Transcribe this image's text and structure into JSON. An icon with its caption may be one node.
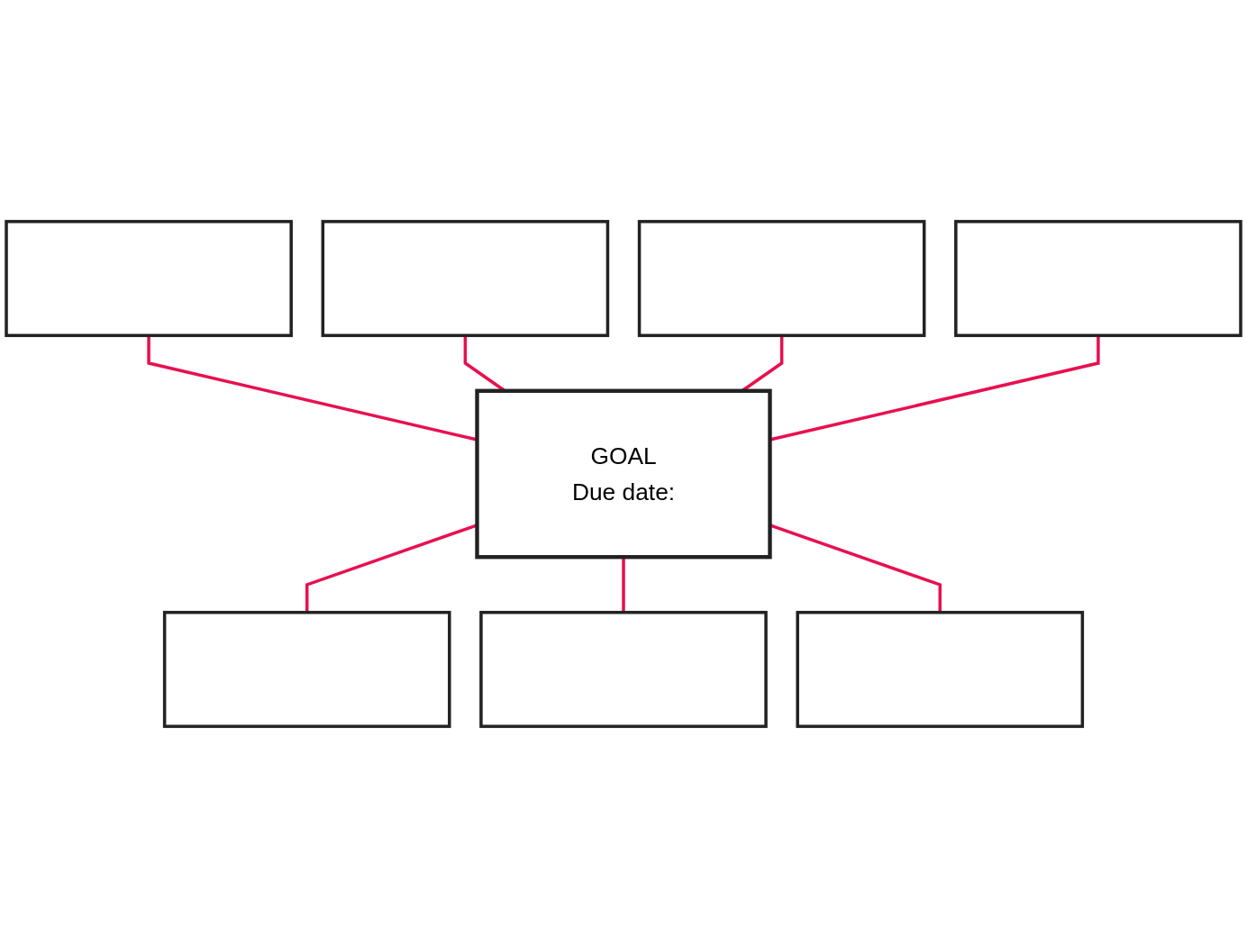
{
  "diagram": {
    "nodes": [
      {
        "text": [],
        "shape": "box"
      },
      {
        "text": [],
        "shape": "box"
      },
      {
        "text": [],
        "shape": "box"
      },
      {
        "text": [],
        "shape": "box"
      },
      {
        "text": [
          "GOAL",
          "Due date:"
        ]
      },
      {
        "text": [],
        "shape": "box"
      },
      {
        "text": [],
        "shape": "box"
      },
      {
        "text": [],
        "shape": "box"
      }
    ],
    "edges": [
      {
        "from": 0,
        "to": 4,
        "arrow": "none",
        "color": "#e8104f"
      },
      {
        "from": 1,
        "to": 4,
        "arrow": "none",
        "color": "#e8104f"
      },
      {
        "from": 2,
        "to": 4,
        "arrow": "none",
        "color": "#e8104f"
      },
      {
        "from": 3,
        "to": 4,
        "arrow": "none",
        "color": "#e8104f"
      },
      {
        "from": 4,
        "to": 5,
        "arrow": "none",
        "color": "#e8104f"
      },
      {
        "from": 4,
        "to": 6,
        "arrow": "none",
        "color": "#e8104f"
      },
      {
        "from": 4,
        "to": 7,
        "arrow": "none",
        "color": "#e8104f"
      }
    ]
  }
}
